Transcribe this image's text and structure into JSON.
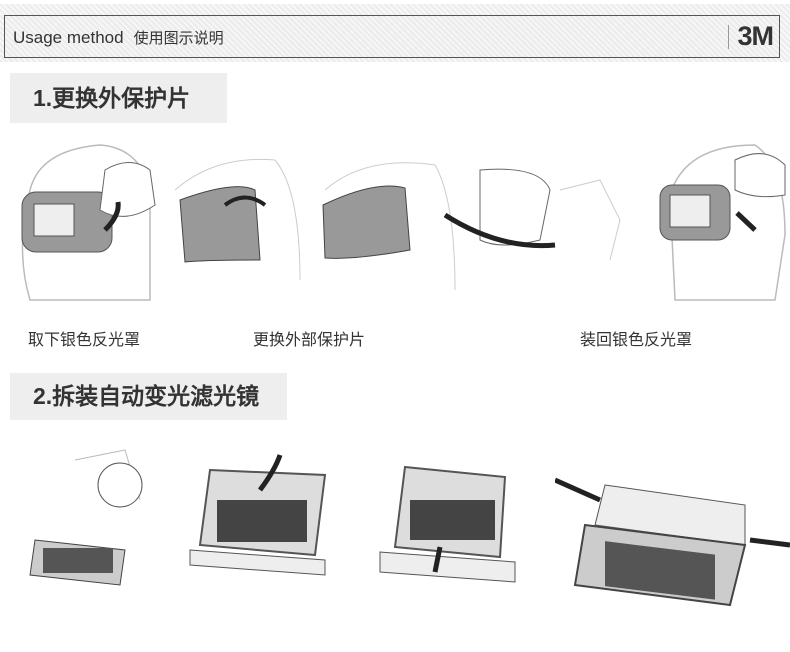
{
  "header": {
    "title_en": "Usage method",
    "title_cn": "使用图示说明",
    "brand": "3M"
  },
  "sections": [
    {
      "title": "1.更换外保护片",
      "captions": [
        "取下银色反光罩",
        "更换外部保护片",
        "装回银色反光罩"
      ]
    },
    {
      "title": "2.拆装自动变光滤光镜"
    }
  ]
}
